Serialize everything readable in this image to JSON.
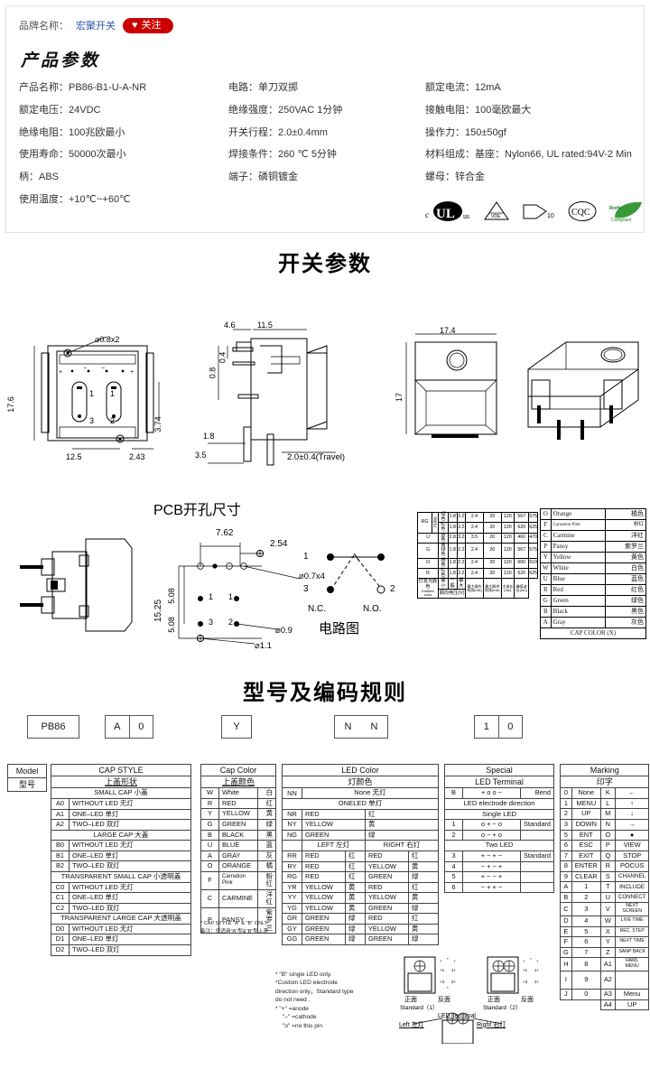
{
  "header": {
    "brand_label": "品牌名称：",
    "brand_name": "宏聚开关",
    "follow_label": "关注",
    "heart_icon": "♥"
  },
  "product_params": {
    "title": "产品参数",
    "rows": [
      [
        "产品名称：PB86-B1-U-A-NR",
        "电路：单刀双掷",
        "额定电流：12mA"
      ],
      [
        "额定电压：24VDC",
        "绝缘强度：250VAC 1分钟",
        "接触电阻：100毫欧最大"
      ],
      [
        "绝缘电阻：100兆欧最小",
        "开关行程：2.0±0.4mm",
        "操作力：150±50gf"
      ],
      [
        "使用寿命：50000次最小",
        "焊接条件：260 ℃ 5分钟",
        "材料组成：基座：Nylon66, UL  rated:94V-2 Min"
      ],
      [
        "柄：ABS",
        "端子：磷铜镀金",
        "螺母：锌合金"
      ],
      [
        "使用温度：+10℃~+60℃",
        "",
        ""
      ]
    ],
    "certs": [
      "c UL us",
      "VDE",
      "KC 10",
      "CQC",
      "RoHS Compliant"
    ]
  },
  "switch_params": {
    "title": "开关参数",
    "front_view": {
      "height": "17.6",
      "hole": "⌀0.8x2",
      "width": "12.5",
      "edge": "2.43",
      "pitch": "3.74",
      "pins": [
        "1",
        "3",
        "1",
        "2"
      ]
    },
    "side_view": {
      "d1": "4.6",
      "d2": "11.5",
      "d3": "0.4",
      "d4": "0.8",
      "d5": "1.8",
      "d6": "3.5",
      "travel": "2.0±0.4(Travel)"
    },
    "top_view": {
      "width": "17.4",
      "height": "17"
    }
  },
  "pcb": {
    "title": "PCB开孔尺寸",
    "d_762": "7.62",
    "d_254": "2.54",
    "d_1525": "15.25",
    "d_508a": "5.08",
    "d_508b": "5.08",
    "hole_07": "⌀0.7x4",
    "hole_09": "⌀0.9",
    "hole_11": "⌀1.1",
    "pins": [
      "1",
      "3",
      "1",
      "2"
    ]
  },
  "circuit": {
    "title": "电路图",
    "p1": "1",
    "p3": "3",
    "p2": "2",
    "nc": "N.C.",
    "no": "N.O."
  },
  "led_spec_table": {
    "rows": [
      {
        "code": "RG",
        "color_cn": "绿色",
        "vf_min": "1.8",
        "vf_typ": "2.2",
        "vf_max": "2.4",
        "if": "20",
        "ip": "120",
        "wl": "567",
        "pk": "575"
      },
      {
        "code": "",
        "color_cn": "红色",
        "vf_min": "1.8",
        "vf_typ": "2.2",
        "vf_max": "2.4",
        "if": "20",
        "ip": "120",
        "wl": "620",
        "pk": "625"
      },
      {
        "code": "U",
        "color_cn": "蓝色",
        "vf_min": "2.8",
        "vf_typ": "3.2",
        "vf_max": "3.5",
        "if": "20",
        "ip": "120",
        "wl": "460",
        "pk": "470"
      },
      {
        "code": "G",
        "color_cn": "黄绿色",
        "vf_min": "1.8",
        "vf_typ": "2.2",
        "vf_max": "2.4",
        "if": "20",
        "ip": "120",
        "wl": "567",
        "pk": "575"
      },
      {
        "code": "O",
        "color_cn": "橙色",
        "vf_min": "1.8",
        "vf_typ": "2.2",
        "vf_max": "2.4",
        "if": "20",
        "ip": "120",
        "wl": "600",
        "pk": "610"
      },
      {
        "code": "R",
        "color_cn": "红色",
        "vf_min": "1.8",
        "vf_typ": "2.2",
        "vf_max": "2.4",
        "if": "20",
        "ip": "120",
        "wl": "620",
        "pk": "625"
      }
    ],
    "footer": {
      "c1": "灯发光颜色",
      "c1b": "Emitted color",
      "min": "最小",
      "typ": "一般",
      "max": "最大",
      "vf_group": "顺向电压(V)",
      "ifm": "最大操作电流(mA)",
      "ipm": "最大脉冲电流(mA)",
      "wl": "主波长(nm)",
      "pk": "峰值波长(nm)"
    },
    "left_header_cn": "双色灯"
  },
  "cap_color_legend": {
    "rows": [
      [
        "O",
        "Orange",
        "橘色"
      ],
      [
        "F",
        "Carnation Pink",
        "粉红"
      ],
      [
        "C",
        "Carmine",
        "洋红"
      ],
      [
        "P",
        "Pansy",
        "紫罗兰"
      ],
      [
        "Y",
        "Yellow",
        "黄色"
      ],
      [
        "W",
        "White",
        "白色"
      ],
      [
        "U",
        "Blue",
        "蓝色"
      ],
      [
        "R",
        "Red",
        "红色"
      ],
      [
        "G",
        "Green",
        "绿色"
      ],
      [
        "B",
        "Black",
        "黑色"
      ],
      [
        "A",
        "Gray",
        "灰色"
      ]
    ],
    "footer": "CAP COLOR  (X)"
  },
  "coding": {
    "title": "型号及编码规则",
    "boxes": {
      "model": "PB86",
      "cap_style_a": "A",
      "cap_style_b": "0",
      "cap_color": "Y",
      "led_a": "N",
      "led_b": "N",
      "mark_a": "1",
      "mark_b": "0"
    },
    "model_block": {
      "en": "Model",
      "cn": "型号"
    },
    "cap_style": {
      "en": "CAP STYLE",
      "cn": "上盖形状",
      "groups": [
        {
          "title": "SMALL CAP 小盖",
          "rows": [
            [
              "A0",
              "WITHOUT LED 无灯"
            ],
            [
              "A1",
              "ONE–LED 单灯"
            ],
            [
              "A2",
              "TWO–LED 双灯"
            ]
          ]
        },
        {
          "title": "LARGE CAP 大盖",
          "rows": [
            [
              "B0",
              "WITHOUT LED 无灯"
            ],
            [
              "B1",
              "ONE–LED 单灯"
            ],
            [
              "B2",
              "TWO–LED 双灯"
            ]
          ]
        },
        {
          "title": "TRANSPARENT SMALL CAP 小透明盖",
          "rows": [
            [
              "C0",
              "WITHOUT LED 无灯"
            ],
            [
              "C1",
              "ONE–LED 单灯"
            ],
            [
              "C2",
              "TWO–LED 双灯"
            ]
          ]
        },
        {
          "title": "TRANSPARENT LARGE CAP 大透明盖",
          "rows": [
            [
              "D0",
              "WITHOUT LED 无灯"
            ],
            [
              "D1",
              "ONE–LED 单灯"
            ],
            [
              "D2",
              "TWO–LED 双灯"
            ]
          ]
        }
      ]
    },
    "cap_color": {
      "en": "Cap Color",
      "cn": "上盖颜色",
      "rows": [
        [
          "W",
          "White",
          "白"
        ],
        [
          "R",
          "RED",
          "红"
        ],
        [
          "Y",
          "YELLOW",
          "黄"
        ],
        [
          "G",
          "GREEN",
          "绿"
        ],
        [
          "B",
          "BLACK",
          "黑"
        ],
        [
          "U",
          "BLUE",
          "蓝"
        ],
        [
          "A",
          "GRAY",
          "灰"
        ],
        [
          "O",
          "ORANGE",
          "橘"
        ],
        [
          "F",
          "Carnation Pink",
          "粉红"
        ],
        [
          "C",
          "CARMINE",
          "洋红"
        ],
        [
          "P",
          "PANSY",
          "紫罗兰"
        ]
      ],
      "note1": "* CAP STYLE \"A\" & \"B\" ONLY",
      "note2": "备注：仅适用\"A\"型&\"B\"型上盖"
    },
    "led_color": {
      "en": "LED Color",
      "cn": "灯颜色",
      "none_code": "NN",
      "none_label": "None 无灯",
      "one_led": "ONELED  单灯",
      "one_rows": [
        [
          "NR",
          "RED",
          "红"
        ],
        [
          "NY",
          "YELLOW",
          "黄"
        ],
        [
          "NG",
          "GREEN",
          "绿"
        ]
      ],
      "left_head": "LEFT 左灯",
      "right_head": "RIGHT 右灯",
      "two_rows": [
        [
          "RR",
          "RED",
          "红",
          "RED",
          "红"
        ],
        [
          "RY",
          "RED",
          "红",
          "YELLOW",
          "黄"
        ],
        [
          "RG",
          "RED",
          "红",
          "GREEN",
          "绿"
        ],
        [
          "YR",
          "YELLOW",
          "黄",
          "RED",
          "红"
        ],
        [
          "YY",
          "YELLOW",
          "黄",
          "YELLOW",
          "黄"
        ],
        [
          "YG",
          "YELLOW",
          "黄",
          "GREEN",
          "绿"
        ],
        [
          "GR",
          "GREEN",
          "绿",
          "RED",
          "红"
        ],
        [
          "GY",
          "GREEN",
          "绿",
          "YELLOW",
          "黄"
        ],
        [
          "GG",
          "GREEN",
          "绿",
          "GREEN",
          "绿"
        ]
      ]
    },
    "special": {
      "en": "Special",
      "cn": "LED Terminal",
      "bend_code": "B",
      "bend_sym": "+   o    o     −",
      "bend_label": "Bend",
      "dir_title": "LED electrode direction",
      "single_title": "Single LED",
      "single_rows": [
        [
          "1",
          "o    +     −    o",
          "Standard"
        ],
        [
          "2",
          "o    −    +    o",
          ""
        ]
      ],
      "two_title": "Two LED",
      "two_rows": [
        [
          "3",
          "+   −   +   −",
          "Standard"
        ],
        [
          "4",
          "−   +   −   +",
          ""
        ],
        [
          "5",
          "+   −   −   +",
          ""
        ],
        [
          "6",
          "−   +   +   −",
          ""
        ]
      ]
    },
    "marking": {
      "en": "Marking",
      "cn": "印字",
      "left": [
        [
          "0",
          "None"
        ],
        [
          "1",
          "MENU"
        ],
        [
          "2",
          "UP"
        ],
        [
          "3",
          "DOWN"
        ],
        [
          "5",
          "ENT"
        ],
        [
          "6",
          "ESC"
        ],
        [
          "7",
          "EXIT"
        ],
        [
          "8",
          "ENTER"
        ],
        [
          "9",
          "CLEAR"
        ],
        [
          "A",
          "1"
        ],
        [
          "B",
          "2"
        ],
        [
          "C",
          "3"
        ],
        [
          "D",
          "4"
        ],
        [
          "E",
          "5"
        ],
        [
          "F",
          "6"
        ],
        [
          "G",
          "7"
        ],
        [
          "H",
          "8"
        ],
        [
          "I",
          "9"
        ],
        [
          "J",
          "0"
        ]
      ],
      "right": [
        [
          "K",
          "←"
        ],
        [
          "L",
          "↑"
        ],
        [
          "M",
          "↓"
        ],
        [
          "N",
          "→"
        ],
        [
          "O",
          "●"
        ],
        [
          "P",
          "VIEW"
        ],
        [
          "Q",
          "STOP"
        ],
        [
          "R",
          "POCUS"
        ],
        [
          "S",
          "CHANNEL"
        ],
        [
          "T",
          "INCLUDE"
        ],
        [
          "U",
          "CONNECT"
        ],
        [
          "V",
          "NEXT SCREEN"
        ],
        [
          "W",
          "LIVE TIME"
        ],
        [
          "X",
          "REC. STEP"
        ],
        [
          "Y",
          "NEXT TIME"
        ],
        [
          "Z",
          "SANP BACK"
        ],
        [
          "A1",
          "HAML MENU"
        ],
        [
          "A2",
          ""
        ],
        [
          "A3",
          "Menu"
        ],
        [
          "A4",
          "UP"
        ]
      ]
    },
    "notes": {
      "l1": "* \"B\" single LED only.",
      "l2": "*Custom LED electrode",
      "l3": "direction only，Standard type",
      "l4": "do not need .",
      "l5": "* \"+\" =anode",
      "l6": "\"–\" =cathode",
      "l7": "\"o\" =no this pin"
    },
    "terminal_diagram": {
      "front": "正面",
      "back": "反面",
      "std1": "Standard（1）",
      "std2": "Standard（2）",
      "caption": "LED Terminal",
      "left": "Left 左灯",
      "right": "Right 右灯"
    }
  }
}
